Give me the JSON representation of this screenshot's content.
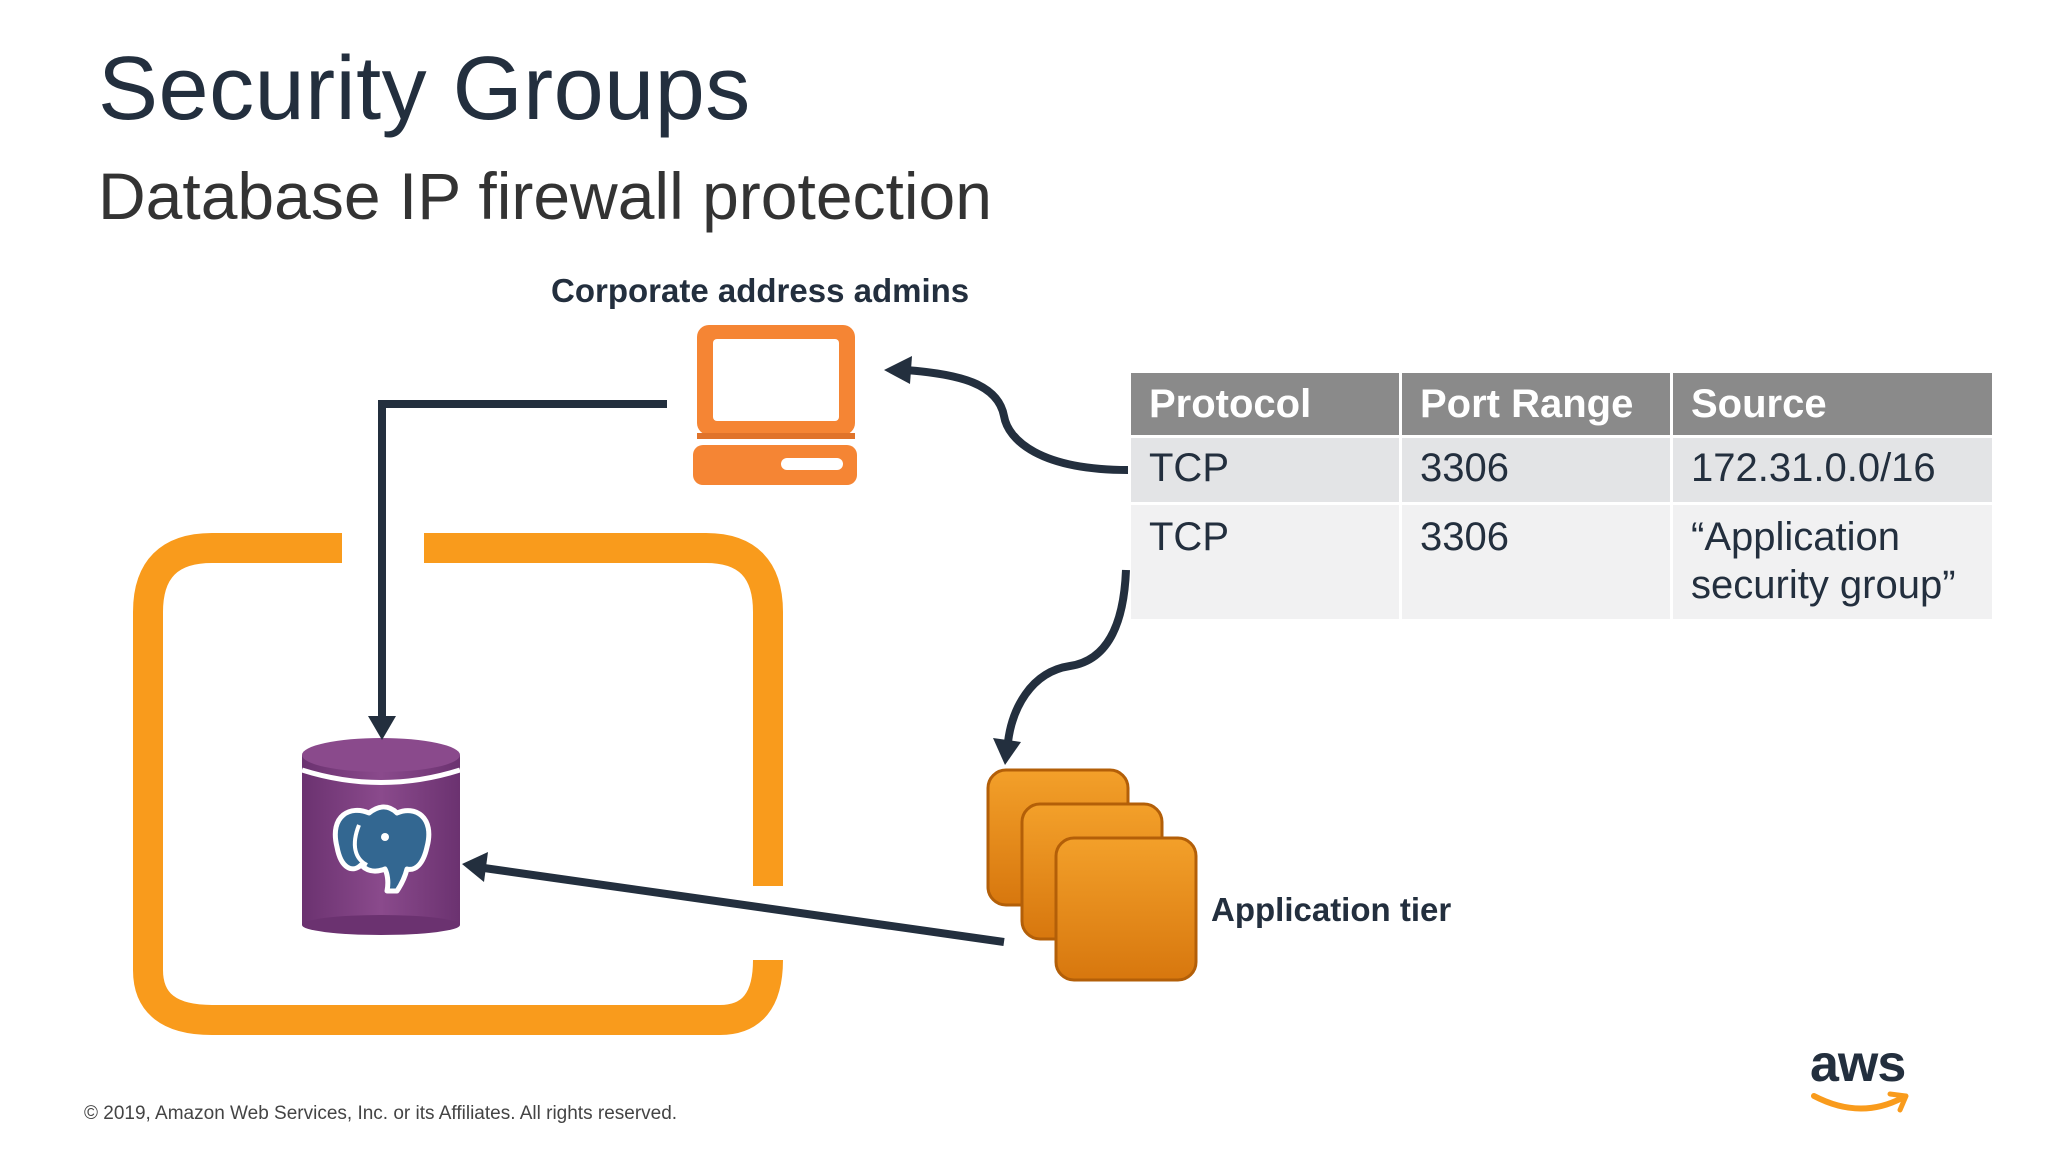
{
  "slide": {
    "title": "Security Groups",
    "subtitle": "Database IP firewall protection"
  },
  "diagram": {
    "admins_label": "Corporate address admins",
    "app_tier_label": "Application tier",
    "colors": {
      "vpc_orange": "#f99b1c",
      "arrow": "#232f3e",
      "computer_orange": "#f58534",
      "database_purple": "#7b3f7d",
      "postgres_blue": "#336791",
      "app_tier_orange": "#e68512"
    },
    "icons": [
      "computer-icon",
      "postgresql-database-icon",
      "application-instances-icon"
    ]
  },
  "rules_table": {
    "headers": [
      "Protocol",
      "Port Range",
      "Source"
    ],
    "rows": [
      [
        "TCP",
        "3306",
        "172.31.0.0/16"
      ],
      [
        "TCP",
        "3306",
        "“Application security group”"
      ]
    ]
  },
  "footer": {
    "copyright": "© 2019, Amazon Web Services, Inc. or its Affiliates. All rights reserved.",
    "logo_text": "aws"
  }
}
